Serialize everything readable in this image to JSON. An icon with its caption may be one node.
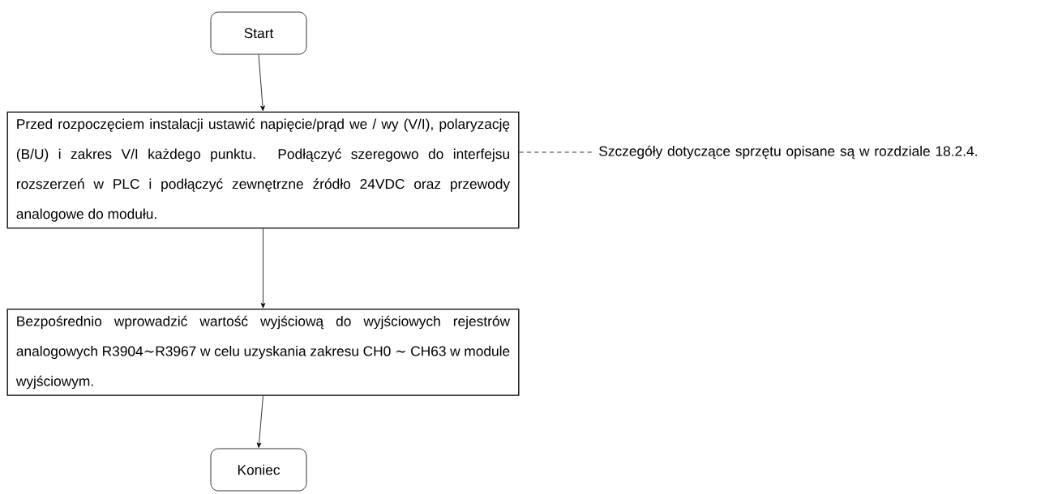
{
  "diagram": {
    "nodes": [
      {
        "text": [
          "Start"
        ]
      },
      {
        "text": [
          "Przed rozpoczęciem instalacji ustawić napięcie/prąd we / wy (V/I), polaryzację (B/U) i zakres V/I każdego punktu. Podłączyć szeregowo do interfejsu rozszerzeń w PLC i podłączyć zewnętrzne źródło 24VDC oraz przewody analogowe do modułu."
        ]
      },
      {
        "text": [
          "Bezpośrednio wprowadzić wartość wyjściową do wyjściowych rejestrów analogowych R3904∼R3967 w celu uzyskania zakresu CH0 ∼ CH63 w module wyjściowym."
        ]
      },
      {
        "text": [
          "Koniec"
        ]
      },
      {
        "text": [
          "Szczegóły dotyczące sprzętu opisane są w rozdziale 18.2.4."
        ]
      }
    ],
    "edges": [
      {
        "from": 0,
        "to": 1,
        "arrow": "to"
      },
      {
        "from": 1,
        "to": 2,
        "arrow": "to"
      },
      {
        "from": 2,
        "to": 3,
        "arrow": "to"
      },
      {
        "from": 1,
        "to": 4,
        "arrow": "none",
        "style": "dashed"
      }
    ]
  }
}
